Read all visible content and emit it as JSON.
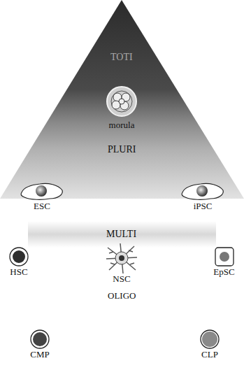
{
  "diagram": {
    "nodes": [
      {
        "text": [
          "morula"
        ]
      },
      {
        "text": [
          "ESC"
        ]
      },
      {
        "text": [
          "iPSC"
        ]
      },
      {
        "text": [
          "HSC"
        ]
      },
      {
        "text": [
          "NSC"
        ]
      },
      {
        "text": [
          "EpSC"
        ]
      },
      {
        "text": [
          "CMP"
        ]
      },
      {
        "text": [
          "CLP"
        ]
      }
    ],
    "labels": [
      "TOTI",
      "PLURI",
      "MULTI",
      "OLIGO"
    ]
  }
}
